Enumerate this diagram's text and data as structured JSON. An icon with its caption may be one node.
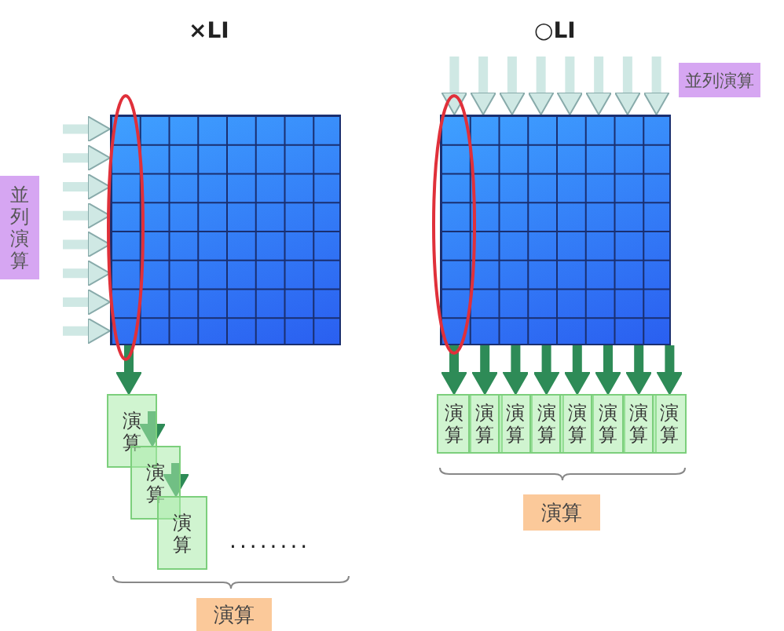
{
  "diagram": {
    "nodes": [
      {
        "text": [],
        "shape": "box"
      },
      {
        "text": [
          "並列演算"
        ]
      },
      {
        "text": [
          "演算"
        ]
      },
      {
        "text": [
          "演算"
        ]
      },
      {
        "text": [
          "演算"
        ]
      },
      {
        "text": [
          "演算"
        ]
      },
      {
        "text": [],
        "shape": "box"
      },
      {
        "text": [
          "並列演算"
        ]
      },
      {
        "text": [
          "演算"
        ]
      },
      {
        "text": [
          "演算"
        ]
      },
      {
        "text": [
          "演算"
        ]
      },
      {
        "text": [
          "演算"
        ]
      },
      {
        "text": [
          "演算"
        ]
      },
      {
        "text": [
          "演算"
        ]
      },
      {
        "text": [
          "演算"
        ]
      },
      {
        "text": [
          "演算"
        ]
      },
      {
        "text": [
          "演算"
        ]
      }
    ],
    "edges": [
      {
        "from": null,
        "to": 0,
        "arrow": "to"
      },
      {
        "from": null,
        "to": 0,
        "arrow": "to"
      },
      {
        "from": null,
        "to": 0,
        "arrow": "to"
      },
      {
        "from": null,
        "to": 0,
        "arrow": "to"
      },
      {
        "from": null,
        "to": 0,
        "arrow": "to"
      },
      {
        "from": null,
        "to": 0,
        "arrow": "to"
      },
      {
        "from": null,
        "to": 0,
        "arrow": "to"
      },
      {
        "from": null,
        "to": 0,
        "arrow": "to"
      },
      {
        "from": 0,
        "to": 2,
        "arrow": "to",
        "color": "#2e8b57"
      },
      {
        "from": 2,
        "to": 3,
        "arrow": "to",
        "color": "#2e8b57"
      },
      {
        "from": 3,
        "to": 4,
        "arrow": "to",
        "color": "#2e8b57"
      },
      {
        "from": null,
        "to": 6,
        "arrow": "to"
      },
      {
        "from": null,
        "to": 6,
        "arrow": "to"
      },
      {
        "from": null,
        "to": 6,
        "arrow": "to"
      },
      {
        "from": null,
        "to": 6,
        "arrow": "to"
      },
      {
        "from": null,
        "to": 6,
        "arrow": "to"
      },
      {
        "from": null,
        "to": 6,
        "arrow": "to"
      },
      {
        "from": null,
        "to": 6,
        "arrow": "to"
      },
      {
        "from": null,
        "to": 6,
        "arrow": "to"
      },
      {
        "from": 6,
        "to": 8,
        "arrow": "to",
        "color": "#2e8b57"
      },
      {
        "from": 6,
        "to": 9,
        "arrow": "to",
        "color": "#2e8b57"
      },
      {
        "from": 6,
        "to": 10,
        "arrow": "to",
        "color": "#2e8b57"
      },
      {
        "from": 6,
        "to": 11,
        "arrow": "to",
        "color": "#2e8b57"
      },
      {
        "from": 6,
        "to": 12,
        "arrow": "to",
        "color": "#2e8b57"
      },
      {
        "from": 6,
        "to": 13,
        "arrow": "to",
        "color": "#2e8b57"
      },
      {
        "from": 6,
        "to": 14,
        "arrow": "to",
        "color": "#2e8b57"
      },
      {
        "from": 6,
        "to": 15,
        "arrow": "to",
        "color": "#2e8b57"
      }
    ],
    "labels": [
      "×LI",
      "○LI",
      "........"
    ]
  }
}
